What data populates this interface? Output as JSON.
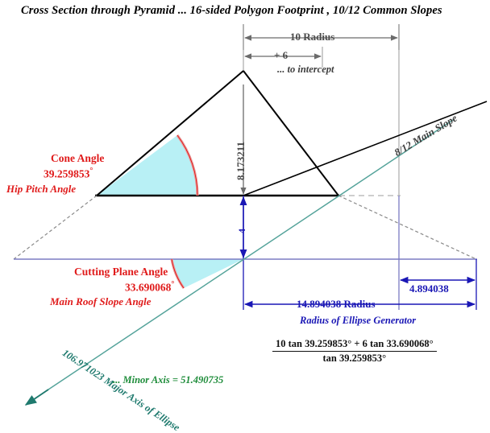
{
  "title": "Cross Section through Pyramid ... 16-sided Polygon Footprint , 10/12 Common Slopes",
  "dimensions": {
    "radius_10": "10 Radius",
    "plus_6": "+ 6",
    "to_intercept": "... to intercept",
    "height": "8.173211",
    "drop_4": "4",
    "right_offset": "4.894038",
    "ellipse_radius": "14.894038 Radius",
    "ellipse_radius_caption": "Radius of Ellipse Generator"
  },
  "angles": {
    "cone_label": "Cone Angle",
    "cone_value": "39.259853",
    "cone_alias": "Hip Pitch Angle",
    "cutting_label": "Cutting Plane Angle",
    "cutting_value": "33.690068",
    "cutting_alias": "Main Roof Slope Angle",
    "degree": "°"
  },
  "slopes": {
    "main_slope": "8/12 Main Slope"
  },
  "ellipse": {
    "major_axis": "106.971023  Major Axis of Ellipse",
    "minor_axis": "... Minor Axis = 51.490735"
  },
  "formula": {
    "numerator": "10 tan 39.259853° + 6 tan 33.690068°",
    "denominator": "tan 39.259853°"
  },
  "colors": {
    "red": "#e01b1b",
    "blue": "#1a17b5",
    "teal": "#1f7a6e",
    "green": "#1e8c3a",
    "gray": "#4a4a4a",
    "angle_fill": "#b8f0f5",
    "construction": "#8f8fc8"
  }
}
